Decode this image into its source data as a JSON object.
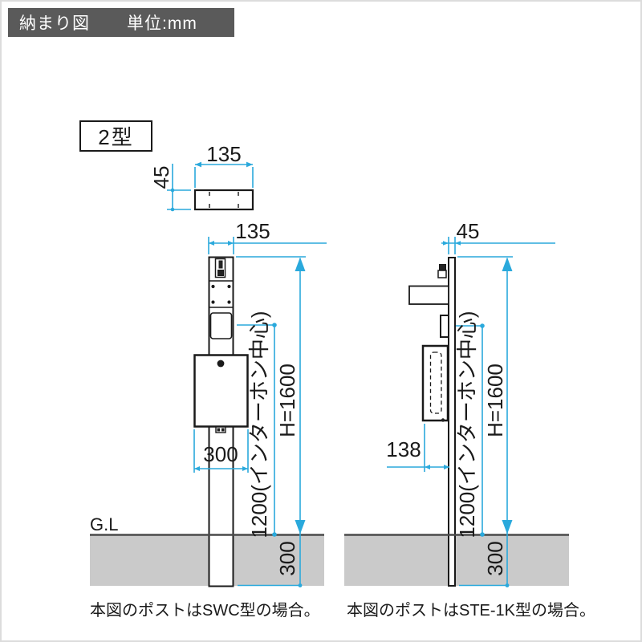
{
  "header": {
    "title": "納まり図",
    "unit": "単位:mm"
  },
  "type_badge": "2型",
  "ground_label": "G.L",
  "colors": {
    "dimension": "#2aa9dc",
    "ground": "#cacaca",
    "header_bg": "#5a5a5a",
    "line": "#1a1a1a"
  },
  "top_view": {
    "width": "135",
    "height": "45"
  },
  "front_view": {
    "post_width": "135",
    "mailbox_width": "300",
    "height": "H=1600",
    "intercom_center": "1200(インターホン中心)",
    "embed_depth": "300",
    "caption": "本図のポストはSWC型の場合。"
  },
  "side_view": {
    "post_depth": "45",
    "mailbox_depth": "138",
    "height": "H=1600",
    "intercom_center": "1200(インターホン中心)",
    "embed_depth": "300",
    "caption": "本図のポストはSTE-1K型の場合。"
  }
}
